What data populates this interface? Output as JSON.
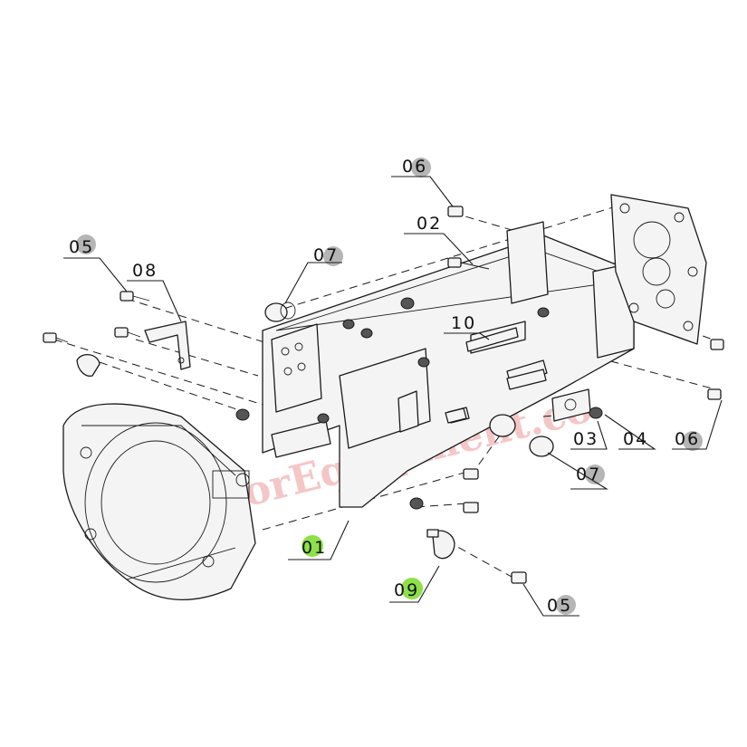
{
  "watermark": "TractorEquipment.co",
  "colors": {
    "label_bubble_gray": "#b5b5b5",
    "label_bubble_green": "#8ee04a",
    "watermark": "#f2b3b3"
  },
  "labels": [
    {
      "id": "l01",
      "text": "01",
      "highlight": "green"
    },
    {
      "id": "l02",
      "text": "02",
      "highlight": "none"
    },
    {
      "id": "l03",
      "text": "03",
      "highlight": "none"
    },
    {
      "id": "l04",
      "text": "04",
      "highlight": "none"
    },
    {
      "id": "l05a",
      "text": "05",
      "highlight": "gray"
    },
    {
      "id": "l05b",
      "text": "05",
      "highlight": "gray"
    },
    {
      "id": "l06a",
      "text": "06",
      "highlight": "gray"
    },
    {
      "id": "l06b",
      "text": "06",
      "highlight": "gray"
    },
    {
      "id": "l07a",
      "text": "07",
      "highlight": "gray"
    },
    {
      "id": "l07b",
      "text": "07",
      "highlight": "gray"
    },
    {
      "id": "l08",
      "text": "08",
      "highlight": "none"
    },
    {
      "id": "l09",
      "text": "09",
      "highlight": "green"
    },
    {
      "id": "l10",
      "text": "10",
      "highlight": "none"
    }
  ]
}
